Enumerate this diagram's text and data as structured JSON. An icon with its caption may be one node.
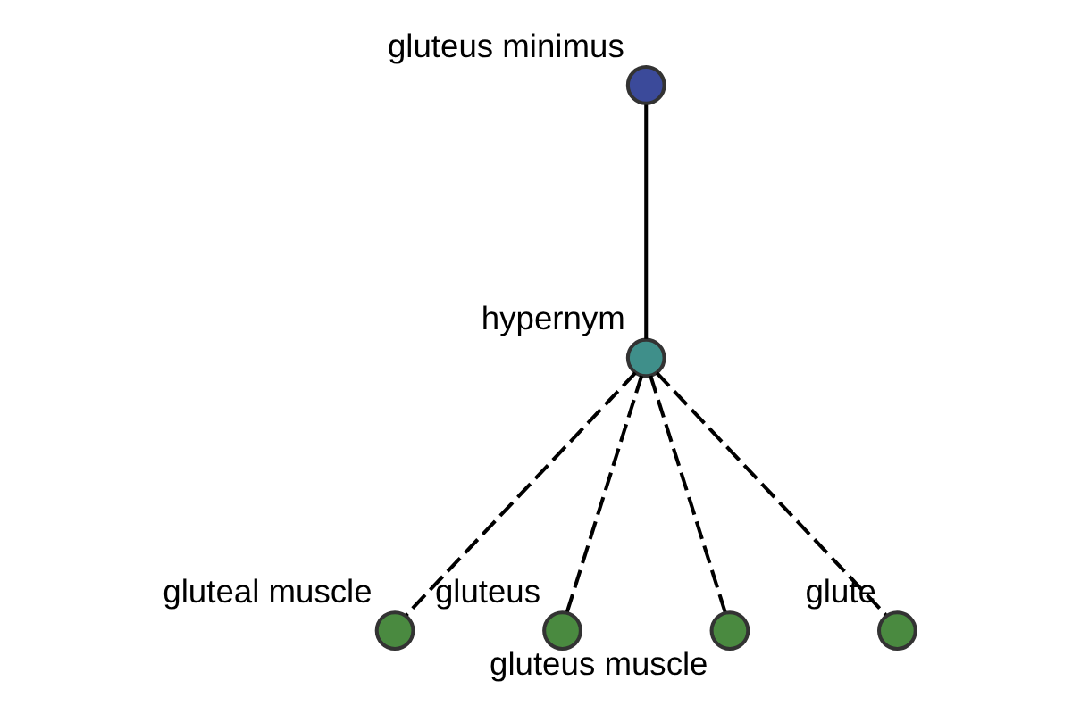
{
  "diagram": {
    "nodes": [
      {
        "text": [],
        "shape": "circle",
        "beside": [
          "gluteus minimus"
        ]
      },
      {
        "text": [],
        "shape": "circle",
        "beside": [
          "hypernym"
        ]
      },
      {
        "text": [],
        "shape": "circle",
        "beside": [
          "gluteal muscle"
        ]
      },
      {
        "text": [],
        "shape": "circle",
        "beside": [
          "gluteus"
        ]
      },
      {
        "text": [],
        "shape": "circle",
        "beside": [
          "gluteus muscle"
        ]
      },
      {
        "text": [],
        "shape": "circle",
        "beside": [
          "glute"
        ]
      }
    ],
    "edges": [
      {
        "from": 0,
        "to": 1,
        "arrow": "none"
      },
      {
        "from": 1,
        "to": 2,
        "arrow": "none",
        "style": "dashed"
      },
      {
        "from": 1,
        "to": 3,
        "arrow": "none",
        "style": "dashed"
      },
      {
        "from": 1,
        "to": 4,
        "arrow": "none",
        "style": "dashed"
      },
      {
        "from": 1,
        "to": 5,
        "arrow": "none",
        "style": "dashed"
      }
    ]
  }
}
